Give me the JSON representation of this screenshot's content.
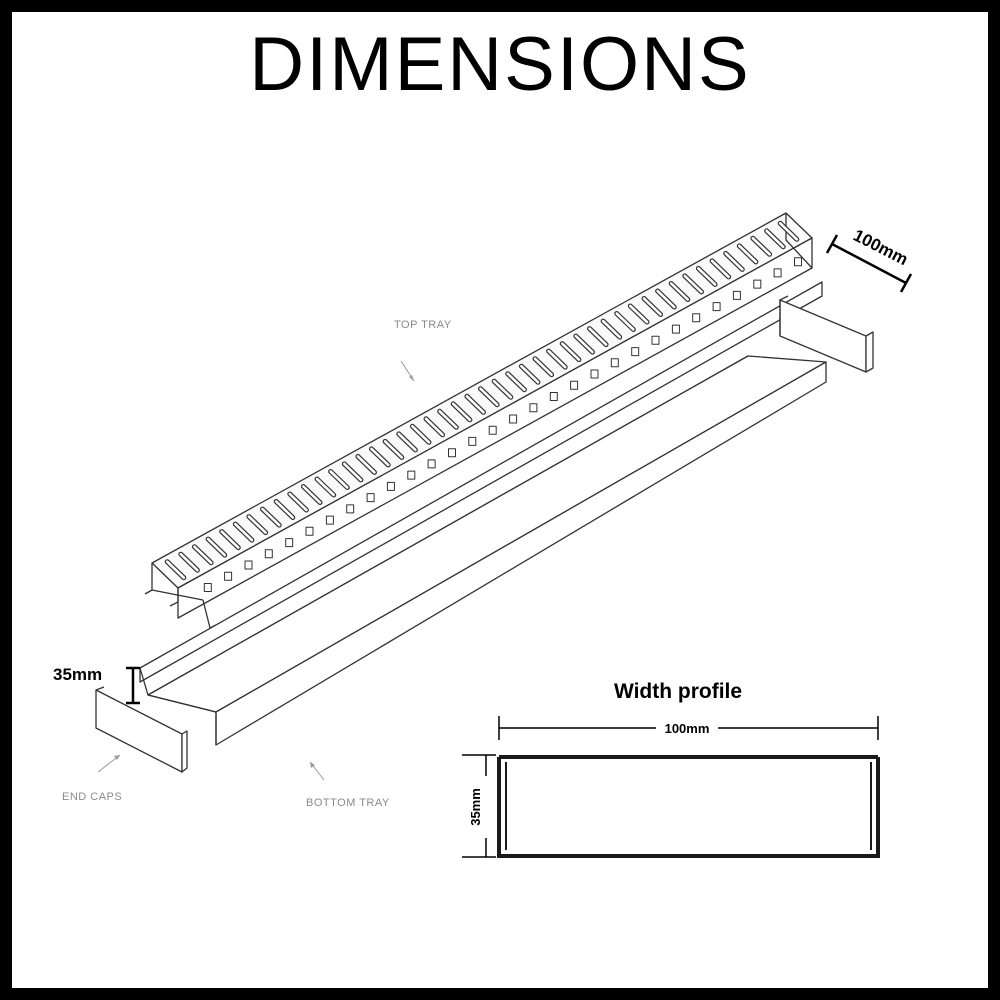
{
  "title": "DIMENSIONS",
  "labels": {
    "top_tray": "TOP TRAY",
    "end_caps": "END CAPS",
    "bottom_tray": "BOTTOM TRAY"
  },
  "dimensions": {
    "width_3d": "100mm",
    "height_3d": "35mm"
  },
  "width_profile": {
    "title": "Width profile",
    "width": "100mm",
    "height": "35mm"
  },
  "colors": {
    "frame": "#000000",
    "line": "#333333",
    "label_gray": "#8a8a8a"
  }
}
